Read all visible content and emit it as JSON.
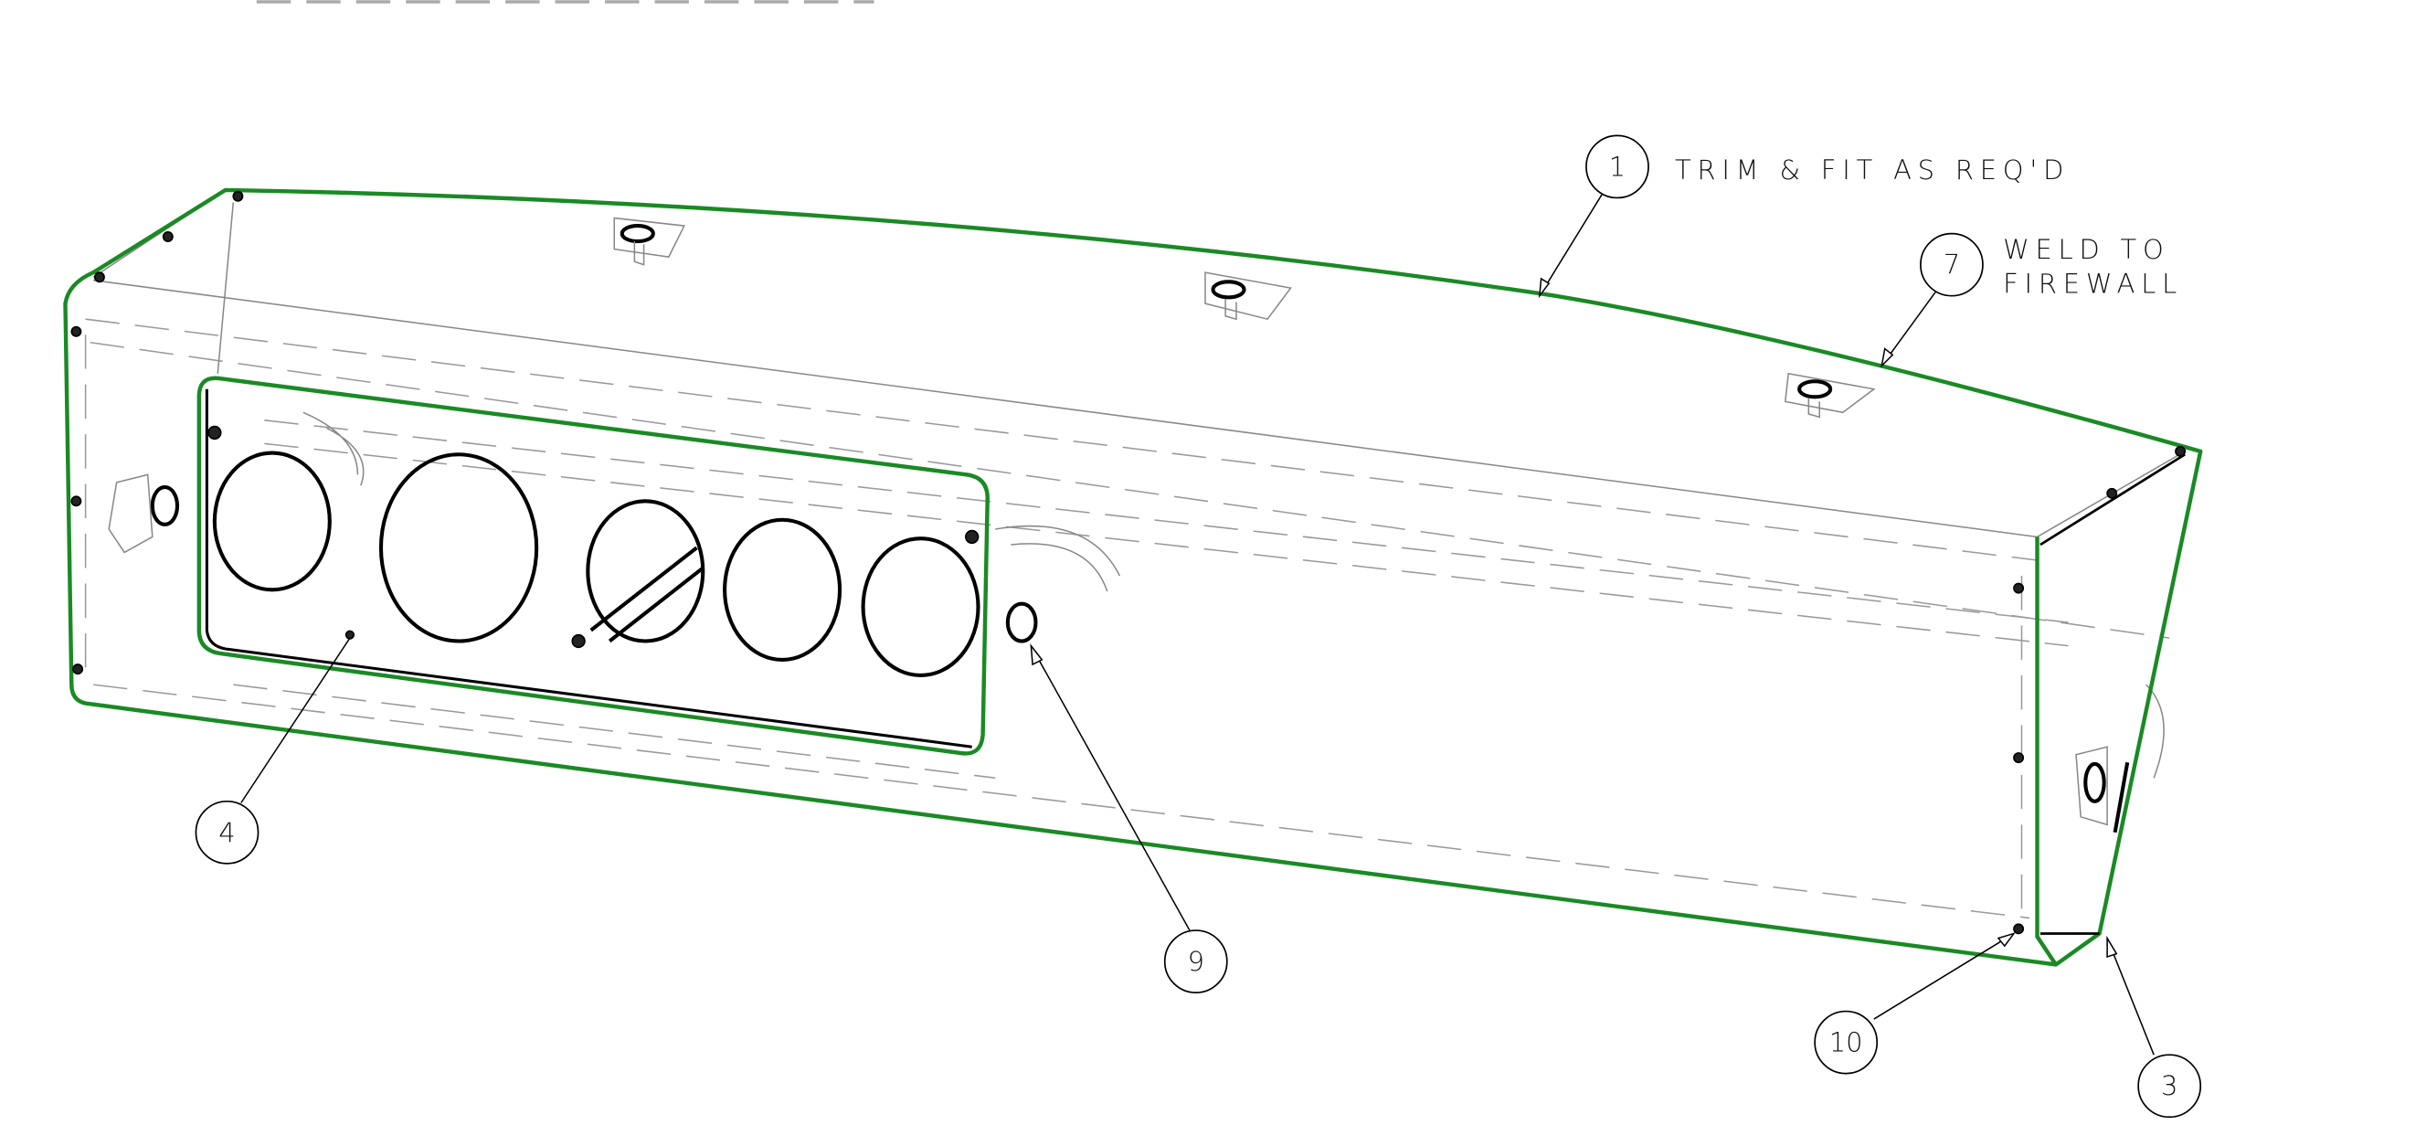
{
  "drawing": {
    "line_colors": {
      "part_outline": "#1a8a24",
      "detail": "#000000",
      "hidden": "#999999"
    },
    "balloons": [
      {
        "id": "balloon-1",
        "label": "1"
      },
      {
        "id": "balloon-7",
        "label": "7"
      },
      {
        "id": "balloon-4",
        "label": "4"
      },
      {
        "id": "balloon-9",
        "label": "9"
      },
      {
        "id": "balloon-10",
        "label": "10"
      },
      {
        "id": "balloon-3",
        "label": "3"
      }
    ],
    "notes": {
      "note_1": "TRIM & FIT AS REQ'D",
      "note_7_line1": "WELD TO",
      "note_7_line2": "FIREWALL"
    }
  }
}
